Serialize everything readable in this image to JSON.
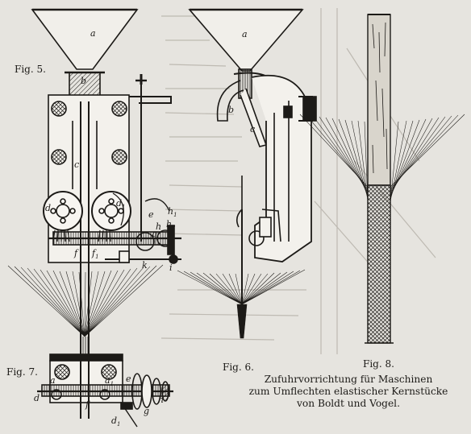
{
  "figures": {
    "fig5": "Fig. 5.",
    "fig6": "Fig. 6.",
    "fig7": "Fig. 7.",
    "fig8": "Fig. 8."
  },
  "letters": {
    "fig5": {
      "a": "a",
      "b": "b",
      "c": "c",
      "d": "d",
      "d1": "d",
      "d1sub": "1",
      "e": "e",
      "f": "f",
      "f1": "f",
      "f1sub": "1",
      "g": "g",
      "h": "h",
      "h1": "h",
      "h1sub": "1",
      "h2": "h",
      "h2sub": "2",
      "k": "k",
      "i": "i"
    },
    "fig6": {
      "a": "a",
      "b": "b",
      "c": "c"
    },
    "fig7": {
      "a": "a",
      "a1": "a",
      "a1sub": "1",
      "d": "d",
      "d1": "d",
      "d1sub": "1",
      "e": "e",
      "f": "f",
      "g": "g",
      "h": "h"
    }
  },
  "caption": {
    "line1": "Zufuhrvorrichtung für Maschinen",
    "line2": "zum Umflechten elastischer Kernstücke",
    "line3": "von Boldt und Vogel."
  },
  "palette": {
    "paper": "#e6e4df",
    "ink": "#1c1a17",
    "faint": "#b9b5ad"
  }
}
